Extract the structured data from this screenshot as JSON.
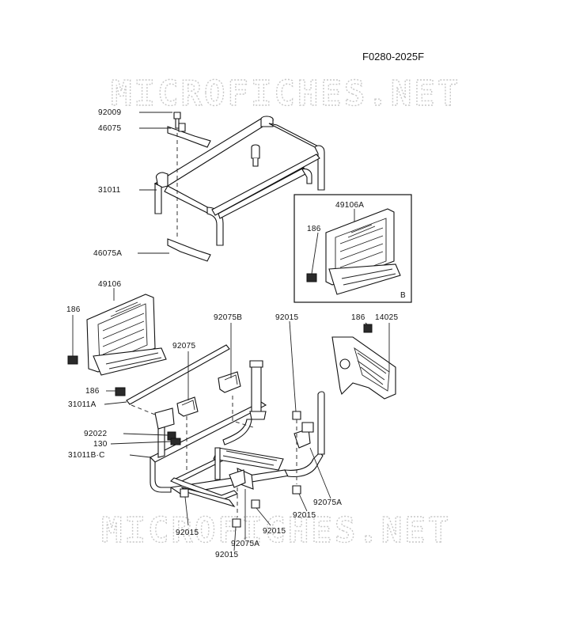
{
  "diagram_code": "F0280-2025F",
  "watermark": "MICROFICHES.NET",
  "inset_label": "B",
  "labels": {
    "l92009": "92009",
    "l46075": "46075",
    "l31011": "31011",
    "l46075A": "46075A",
    "l49106A": "49106A",
    "l186_inset": "186",
    "l49106": "49106",
    "l186_left": "186",
    "l92075B": "92075B",
    "l92015_top": "92015",
    "l186_right": "186",
    "l14025": "14025",
    "l92075": "92075",
    "l186_mid": "186",
    "l31011A": "31011A",
    "l92022": "92022",
    "l130": "130",
    "l31011BC": "31011B·C",
    "l92075A_right": "92075A",
    "l92015_right": "92015",
    "l92015_a": "92015",
    "l92015_b": "92015",
    "l92075A_bot": "92075A",
    "l92015_c": "92015"
  }
}
